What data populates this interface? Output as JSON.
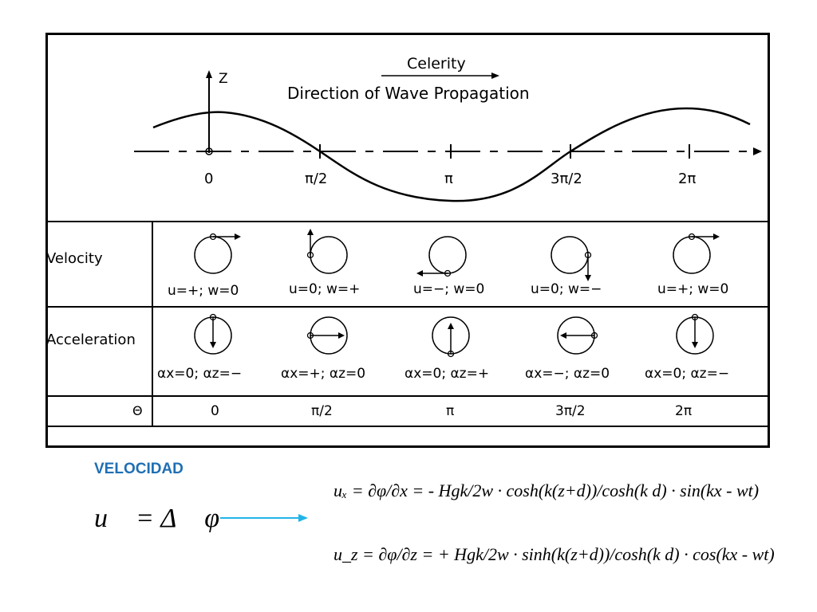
{
  "figure": {
    "celerity_label": "Celerity",
    "direction_label": "Direction of Wave Propagation",
    "z_axis_label": "Z",
    "phase_ticks": [
      "0",
      "π/2",
      "π",
      "3π/2",
      "2π"
    ]
  },
  "table": {
    "rows": [
      {
        "label": "Velocity",
        "cells": [
          "u=+;  w=0",
          "u=0;  w=+",
          "u=−;  w=0",
          "u=0;  w=−",
          "u=+;  w=0"
        ]
      },
      {
        "label": "Acceleration",
        "cells": [
          "αx=0;  αz=−",
          "αx=+;  αz=0",
          "αx=0;  αz=+",
          "αx=−;  αz=0",
          "αx=0;  αz=−"
        ]
      },
      {
        "label": "Θ",
        "cells": [
          "0",
          "π/2",
          "π",
          "3π/2",
          "2π"
        ]
      }
    ]
  },
  "caption": {
    "title": "VELOCIDAD",
    "vector_equation": "u⃗ = Δ⃗ φ",
    "ux_equation": "uₓ = ∂φ/∂x = - Hgk/2w · cosh(k(z+d))/cosh(k d) · sin(kx - wt)",
    "uz_equation": "u_z = ∂φ/∂z = + Hgk/2w · sinh(k(z+d))/cosh(k d) · cos(kx - wt)"
  },
  "colors": {
    "caption_title": "#1f6fb4",
    "arrow": "#22b4e6"
  }
}
